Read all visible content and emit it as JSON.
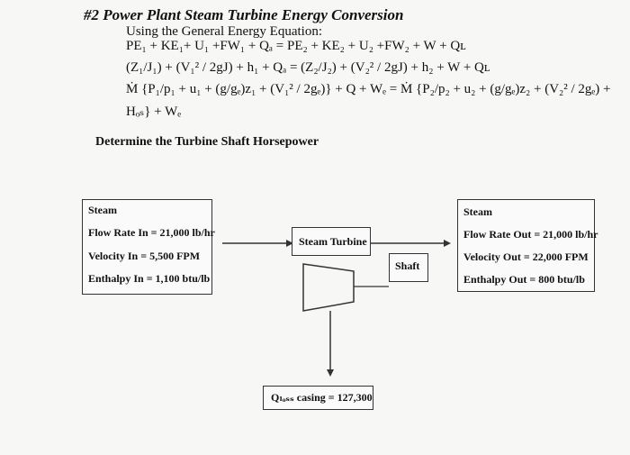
{
  "header": {
    "title": "#2 Power Plant Steam Turbine Energy Conversion",
    "intro": "Using the General Energy Equation:",
    "equations": [
      "PE₁ + KE₁+ U₁ +FW₁ + Qₐ = PE₂ + KE₂ + U₂ +FW₂ + W + Qʟ",
      "(Z₁/J₁) + (V₁² / 2gJ) + h₁ + Qₐ = (Z₂/J₂) + (V₂² / 2gJ) + h₂ + W + Qʟ",
      "Ṁ {P₁/p₁ + u₁ + (g/gₑ)z₁ + (V₁² / 2gₑ)} + Q + Wₑ = Ṁ {P₂/p₂ + u₂ + (g/gₑ)z₂ + (V₂² / 2gₑ) +",
      "Hₒₛ} + Wₑ"
    ]
  },
  "task": "Determine the Turbine Shaft Horsepower",
  "inlet": {
    "heading": "Steam",
    "flow_rate": "Flow Rate In = 21,000 lb/hr",
    "velocity": "Velocity In = 5,500 FPM",
    "enthalpy": "Enthalpy In = 1,100 btu/lb"
  },
  "turbine_label": "Steam Turbine",
  "shaft_label": "Shaft",
  "outlet": {
    "heading": "Steam",
    "flow_rate": "Flow Rate Out = 21,000 lb/hr",
    "velocity": "Velocity Out = 22,000 FPM",
    "enthalpy": "Enthalpy Out = 800 btu/lb"
  },
  "casing_loss": "Qₗₒₛₛ casing = 127,300"
}
